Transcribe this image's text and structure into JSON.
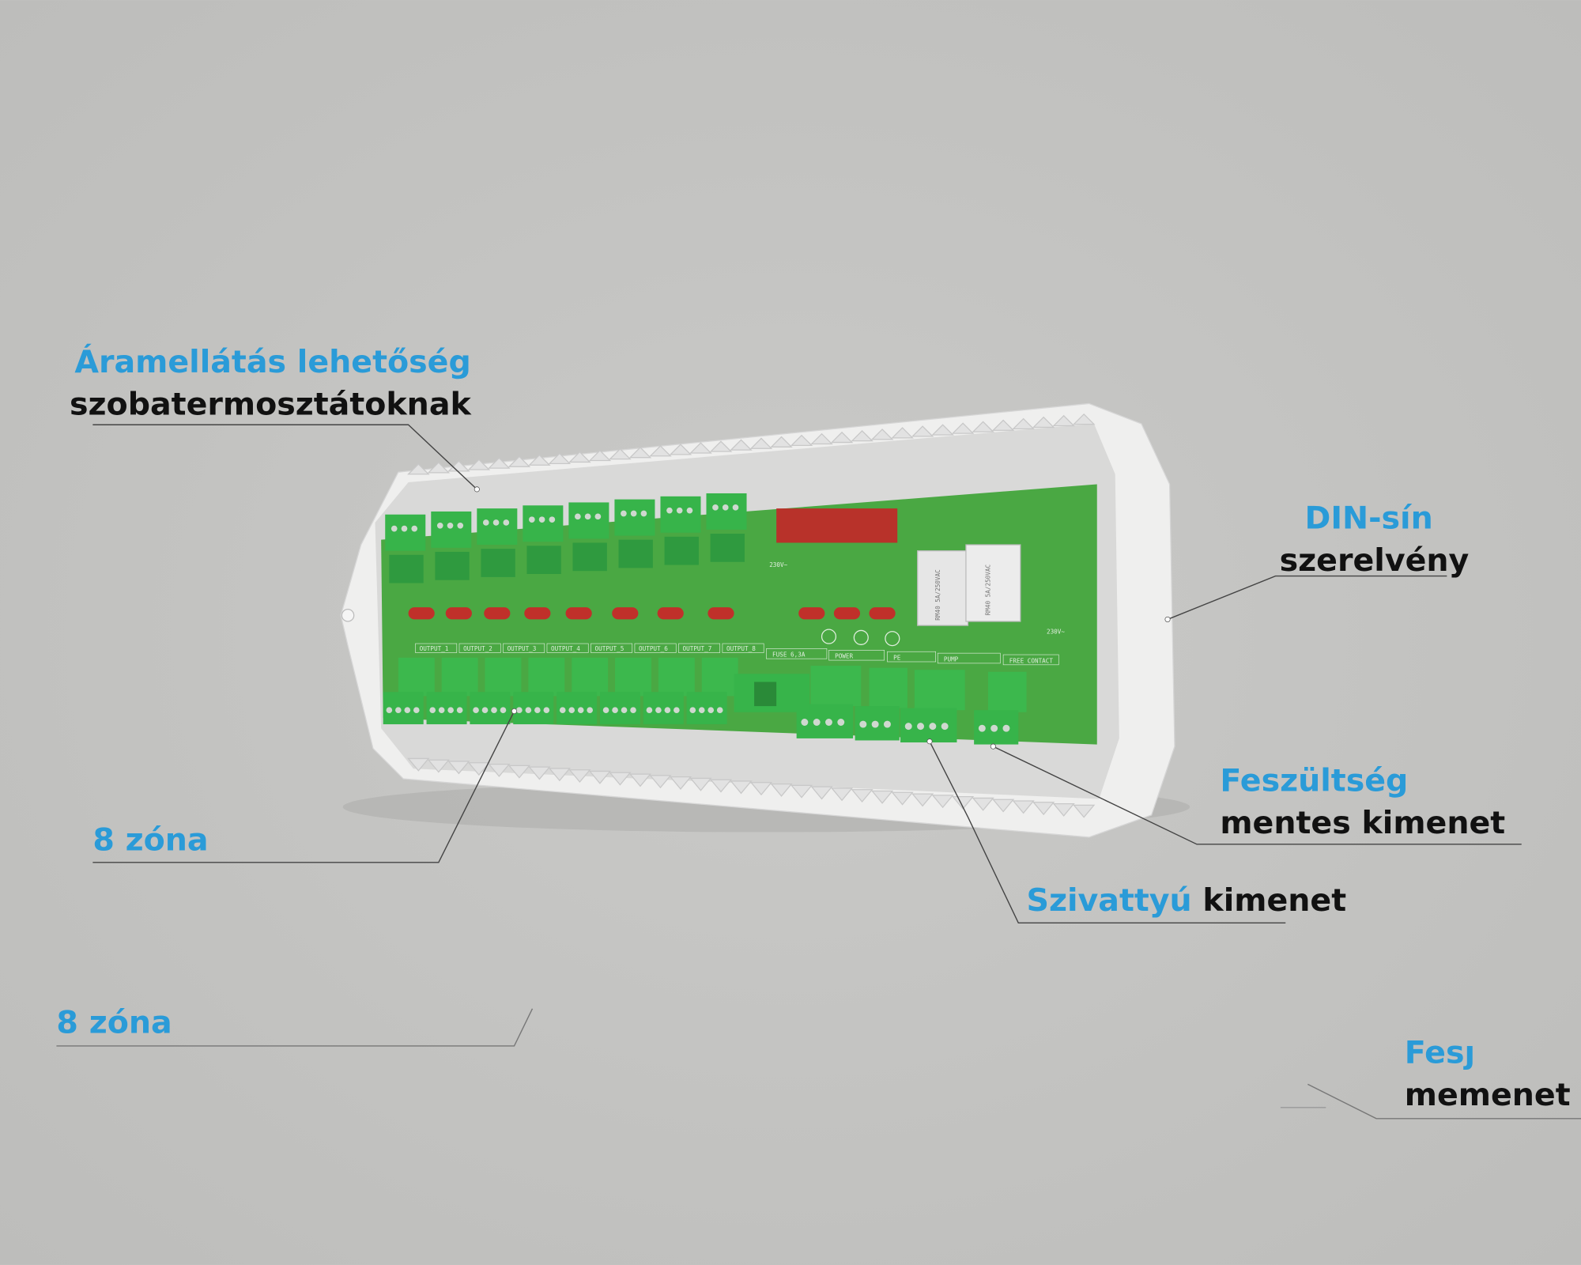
{
  "callouts": {
    "power": {
      "title": "Áramellátás lehetőség",
      "subtitle": "szobatermosztátoknak"
    },
    "din": {
      "title": "DIN-sín",
      "subtitle": "szerelvény"
    },
    "free_contact": {
      "title": "Feszültség",
      "subtitle": "mentes kimenet"
    },
    "pump": {
      "title": "Szivattyú",
      "subtitle": "kimenet"
    },
    "zones": {
      "title": "8 zóna"
    },
    "zones_ghost": {
      "title": "8 zóna"
    },
    "free_contact_ghost": {
      "title": "Fesȷ",
      "subtitle": "memenet"
    }
  },
  "pcb": {
    "outputs": [
      "OUTPUT_1",
      "OUTPUT_2",
      "OUTPUT_3",
      "OUTPUT_4",
      "OUTPUT_5",
      "OUTPUT_6",
      "OUTPUT_7",
      "OUTPUT_8"
    ],
    "right_labels": [
      "FUSE 6,3A",
      "POWER",
      "PE",
      "PUMP",
      "FREE CONTACT"
    ],
    "voltage": "230V~",
    "relay_label": "RM40 5A/250VAC"
  },
  "colors": {
    "accent": "#2a9bd8",
    "pcb": "#4aa843",
    "terminal": "#37b44a",
    "led": "#c0302a"
  }
}
